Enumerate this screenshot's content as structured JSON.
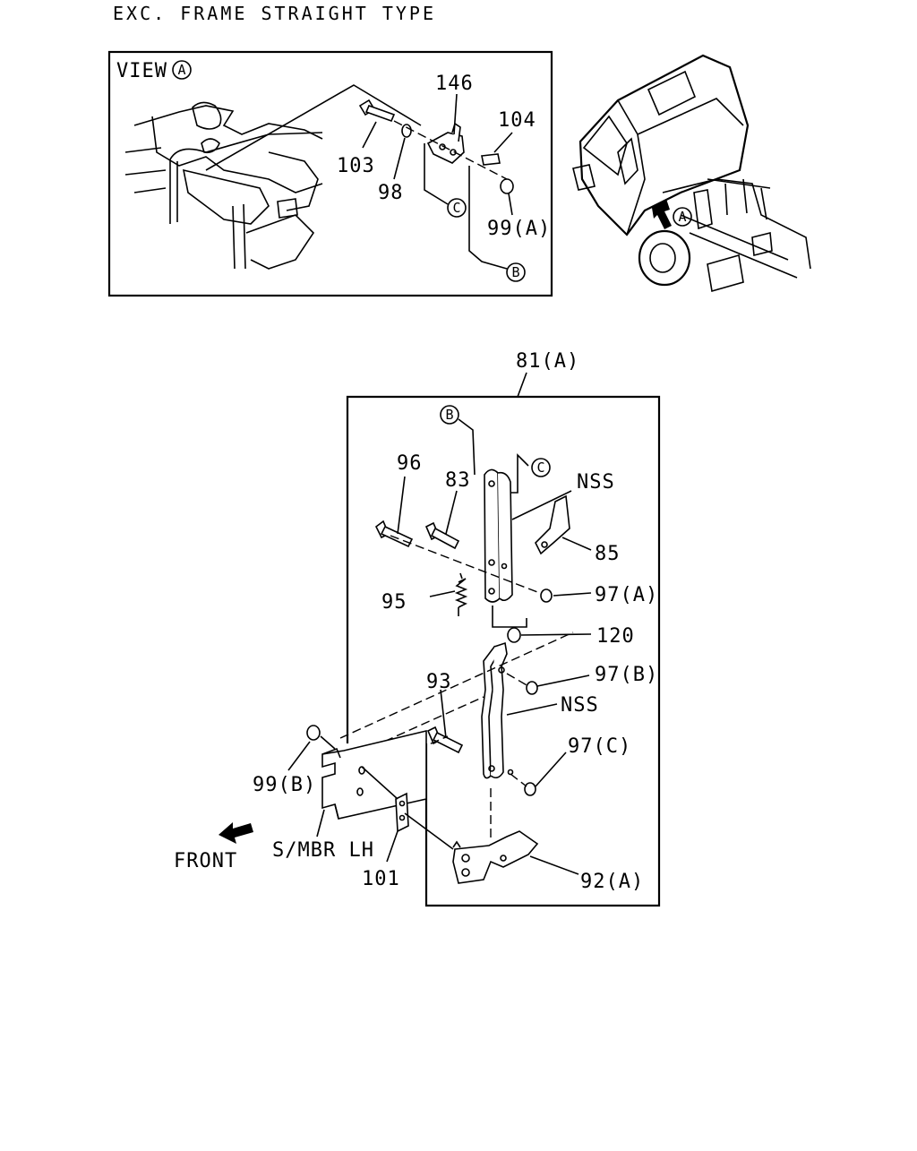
{
  "title": "EXC. FRAME STRAIGHT TYPE",
  "view_box": {
    "label": "VIEW",
    "view_marker": "A",
    "callouts": {
      "c146": "146",
      "c104": "104",
      "c103": "103",
      "c98": "98",
      "c99a": "99(A)"
    },
    "ref_c": "C",
    "ref_b": "B"
  },
  "truck_inset": {
    "view_marker": "A"
  },
  "main": {
    "assembly_label": "81(A)",
    "ref_b": "B",
    "ref_c": "C",
    "callouts": {
      "c96": "96",
      "c83": "83",
      "nss1": "NSS",
      "c85": "85",
      "c95": "95",
      "c97a": "97(A)",
      "c120": "120",
      "c97b": "97(B)",
      "c93": "93",
      "nss2": "NSS",
      "c97c": "97(C)",
      "c99b": "99(B)",
      "smbr": "S/MBR LH",
      "front": "FRONT",
      "c101": "101",
      "c92a": "92(A)"
    }
  }
}
